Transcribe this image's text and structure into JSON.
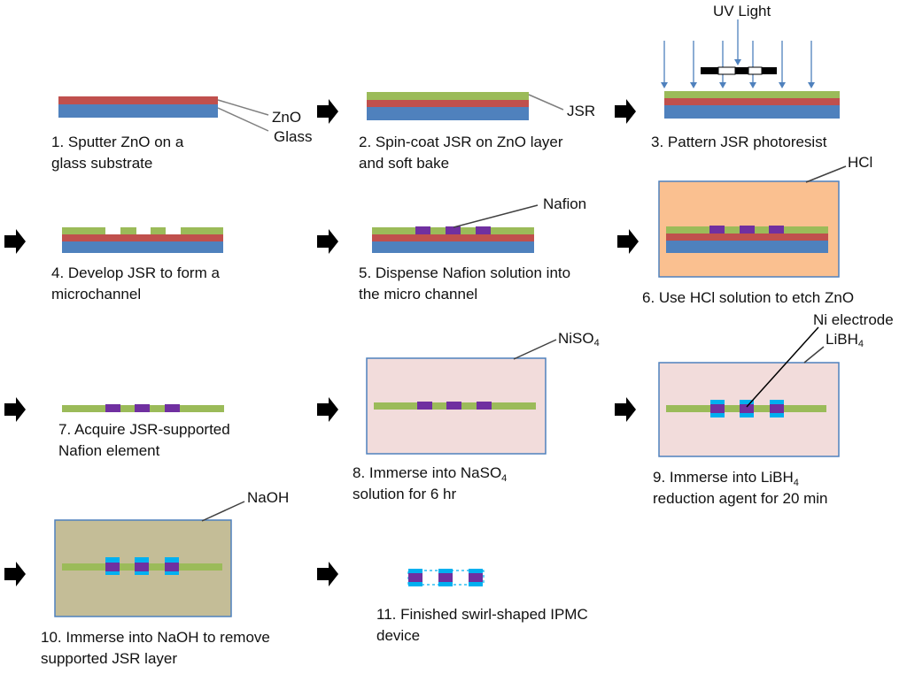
{
  "colors": {
    "glass": "#4f81bd",
    "zno": "#c0504d",
    "jsr": "#9bbb59",
    "nafion": "#7030a0",
    "electrode": "#00b0f0",
    "hcl_bath": "#fac090",
    "niso4_bath": "#f2dcdb",
    "naoh_bath": "#c4bd97",
    "arrow": "#000000",
    "uv_ray": "#4f81bd"
  },
  "labels": {
    "zno": "ZnO",
    "glass": "Glass",
    "jsr": "JSR",
    "uv": "UV Light",
    "nafion": "Nafion",
    "hcl": "HCl",
    "niso4_base": "NiSO",
    "niso4_sub": "4",
    "ni_electrode": "Ni electrode",
    "libh4_base": "LiBH",
    "libh4_sub": "4",
    "naoh": "NaOH"
  },
  "steps": [
    {
      "lines": [
        "1. Sputter ZnO on a",
        "glass substrate"
      ]
    },
    {
      "lines": [
        "2. Spin-coat JSR on ZnO layer",
        "and soft bake"
      ]
    },
    {
      "lines": [
        "3. Pattern JSR photoresist"
      ]
    },
    {
      "lines": [
        "4. Develop JSR to form a",
        "microchannel"
      ]
    },
    {
      "lines": [
        "5. Dispense Nafion solution into",
        "the micro channel"
      ]
    },
    {
      "lines": [
        "6. Use HCl solution to etch ZnO"
      ]
    },
    {
      "lines": [
        "7. Acquire JSR-supported",
        "Nafion element"
      ]
    },
    {
      "line1_base": "8. Immerse into NaSO",
      "line1_sub": "4",
      "line2": "solution for 6 hr"
    },
    {
      "line1_base": "9. Immerse into LiBH",
      "line1_sub": "4",
      "line2": "reduction agent for 20 min"
    },
    {
      "lines": [
        "10. Immerse into NaOH to remove",
        "supported JSR layer"
      ]
    },
    {
      "lines": [
        "11. Finished swirl-shaped IPMC",
        "device"
      ]
    }
  ]
}
